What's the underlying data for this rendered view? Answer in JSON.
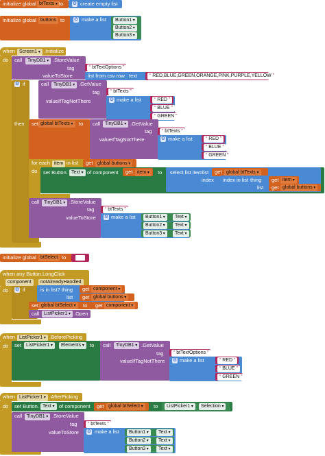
{
  "b1": {
    "init": "initialize global",
    "name": "btTexts",
    "to": "to",
    "create": "create empty list"
  },
  "b2": {
    "init": "initialize global",
    "name": "buttons",
    "to": "to",
    "make": "make a list",
    "items": [
      "Button1",
      "Button2",
      "Button3"
    ]
  },
  "b3": {
    "when": "when",
    "comp": "Screen1",
    "event": ".Initialize",
    "do": "do",
    "call": "call",
    "db": "TinyDB1",
    "store": ".StoreValue",
    "tag": "tag",
    "tag1": "btTextOptions",
    "valueToStore": "valueToStore",
    "csv": "list from csv row",
    "text": "text",
    "csvtext": "RED,BLUE,GREEN,ORANGE,PINK,PURPLE,YELLOW",
    "if": "if",
    "getValue": ".GetValue",
    "tag2": "btTexts",
    "vnt": "valueIfTagNotThere",
    "make": "make a list",
    "colors": [
      "RED",
      "BLUE",
      "GREEN"
    ],
    "then": "then",
    "set": "set",
    "globalBtTexts": "global btTexts",
    "to": "to",
    "foreach": "for each",
    "item": "item",
    "inList": "in list",
    "get": "get",
    "globalButtons": "global buttons",
    "setButton": "set Button.",
    "textProp": "Text",
    "ofComponent": "of component",
    "selectItem": "select list item",
    "list": "list",
    "index": "index",
    "indexInList": "index in list",
    "thing": "thing",
    "btns": [
      "Button1",
      "Button2",
      "Button3"
    ],
    "textSlot": "Text"
  },
  "b4": {
    "init": "initialize global",
    "name": "btSelect",
    "to": "to"
  },
  "b5": {
    "when": "when any Button.LongClick",
    "component": "component",
    "nah": "notAlreadyHandled",
    "do": "do",
    "if": "if",
    "isIn": "is in list? thing",
    "get": "get",
    "component2": "component",
    "list": "list",
    "globalButtons": "global buttons",
    "set": "set",
    "globalBtSelect": "global btSelect",
    "to": "to",
    "call": "call",
    "picker": "ListPicker1",
    "open": ".Open"
  },
  "b6": {
    "when": "when",
    "picker": "ListPicker1",
    "event": ".BeforePicking",
    "do": "do",
    "set": "set",
    "elements": "Elements",
    "to": "to",
    "call": "call",
    "db": "TinyDB1",
    "getValue": ".GetValue",
    "tag": "tag",
    "tagVal": "btTextOptions",
    "vnt": "valueIfTagNotThere",
    "make": "make a list",
    "colors": [
      "RED",
      "BLUE",
      "GREEN"
    ]
  },
  "b7": {
    "when": "when",
    "picker": "ListPicker1",
    "event": ".AfterPicking",
    "do": "do",
    "setButton": "set Button.",
    "textProp": "Text",
    "ofComponent": "of component",
    "get": "get",
    "globalBtSelect": "global btSelect",
    "to": "to",
    "selection": "Selection",
    "call": "call",
    "db": "TinyDB1",
    "store": ".StoreValue",
    "tag": "tag",
    "tagVal": "btTexts",
    "valueToStore": "valueToStore",
    "make": "make a list",
    "btns": [
      "Button1",
      "Button2",
      "Button3"
    ],
    "textSlot": "Text"
  }
}
